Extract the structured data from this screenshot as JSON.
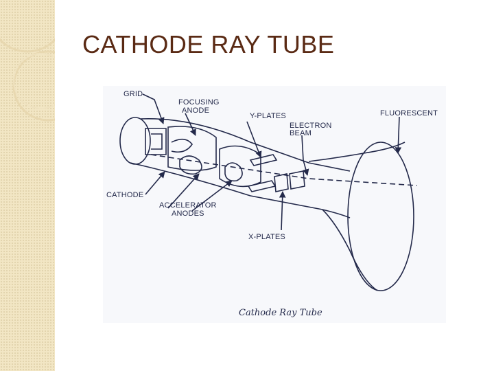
{
  "slide": {
    "title": "CATHODE RAY TUBE"
  },
  "diagram": {
    "labels": {
      "grid": "GRID",
      "focusing_anode_line1": "FOCUSING",
      "focusing_anode_line2": "ANODE",
      "y_plates": "Y-PLATES",
      "electron_beam_line1": "ELECTRON",
      "electron_beam_line2": "BEAM",
      "fluorescent": "FLUORESCENT",
      "cathode": "CATHODE",
      "accelerator_line1": "ACCELERATOR",
      "accelerator_line2": "ANODES",
      "x_plates": "X-PLATES"
    },
    "caption": "Cathode Ray Tube"
  },
  "colors": {
    "title": "#5a2a14",
    "ink": "#23294a",
    "side_band": "#f2e6c4"
  }
}
